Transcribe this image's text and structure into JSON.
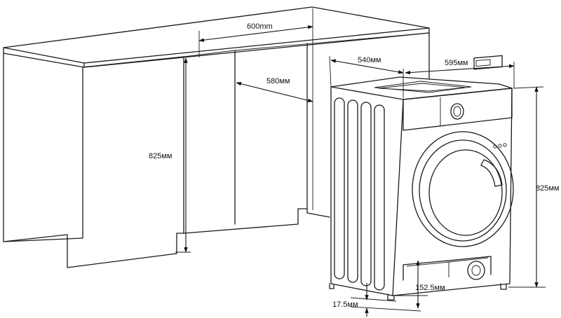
{
  "dimensions": {
    "niche_width": "600mm",
    "niche_depth": "580мм",
    "niche_height": "825мм",
    "machine_width": "595мм",
    "machine_depth": "540мм",
    "machine_height": "825мм",
    "foot_height": "17.5мм",
    "door_offset": "152.5мм"
  },
  "colors": {
    "line": "#1a1a1a",
    "background": "#ffffff"
  }
}
